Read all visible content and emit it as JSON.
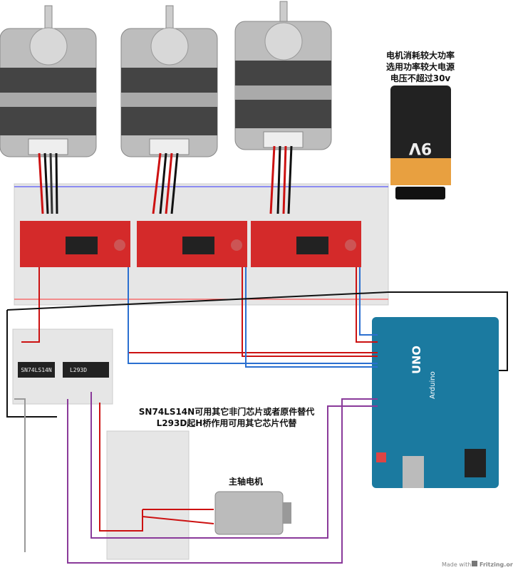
{
  "notes": {
    "battery_line1": "电机消耗较大功率",
    "battery_line2": "选用功率较大电源",
    "battery_line3": "电压不超过30v",
    "chip_line1": "SN74LS14N可用其它非门芯片或者原件替代",
    "chip_line2": "L293D起H桥作用可用其它芯片代替",
    "spindle": "主轴电机"
  },
  "components": {
    "battery_label": "9V",
    "chip1": "SN74LS14N",
    "chip2": "L293D",
    "arduino_model": "UNO",
    "arduino_brand": "Arduino",
    "stepper_count": 3,
    "driver_count": 3
  },
  "footer": {
    "made_with": "Made with",
    "brand": "Fritzing.org"
  },
  "colors": {
    "driver": "#d42a2a",
    "arduino": "#1b7aa0",
    "battery_top": "#e8a040",
    "wire_red": "#cc1111",
    "wire_blue": "#2a6fd0",
    "wire_purple": "#8a3a9a"
  }
}
